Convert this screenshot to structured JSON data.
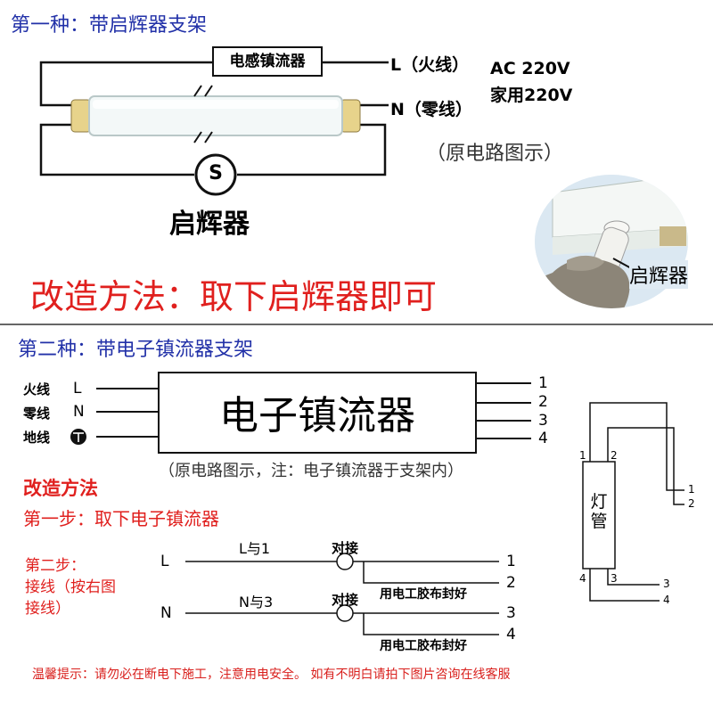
{
  "section1": {
    "title": "第一种：带启辉器支架",
    "ballast_label": "电感镇流器",
    "live_label": "L（火线）",
    "neutral_label": "N（零线）",
    "ac_label": "AC  220V",
    "home_label": "家用220V",
    "caption": "（原电路图示）",
    "starter_symbol": "S",
    "starter_label": "启辉器",
    "photo_label": "启辉器",
    "method": "改造方法：取下启辉器即可"
  },
  "section2": {
    "title": "第二种：带电子镇流器支架",
    "inputs": [
      {
        "name": "火线",
        "code": "L"
      },
      {
        "name": "零线",
        "code": "N"
      },
      {
        "name": "地线",
        "code": ""
      }
    ],
    "ballast_label": "电子镇流器",
    "outputs": [
      "1",
      "2",
      "3",
      "4"
    ],
    "caption": "（原电路图示，注：电子镇流器于支架内）",
    "method_title": "改造方法",
    "step1": "第一步：取下电子镇流器",
    "step2_lines": [
      "第二步：",
      "接线（按右图",
      "接线）"
    ],
    "wiring": {
      "L": "L",
      "N": "N",
      "L_pair": "L与1",
      "N_pair": "N与3",
      "join": "对接",
      "tape": "用电工胶布封好",
      "terms": [
        "1",
        "2",
        "3",
        "4"
      ]
    },
    "tube": {
      "label": "灯管",
      "left_top": "1",
      "right_top": "2",
      "left_bottom": "4",
      "right_bottom": "3",
      "out_top": [
        "1",
        "2"
      ],
      "out_bottom": [
        "3",
        "4"
      ]
    }
  },
  "footer": "温馨提示：请勿必在断电下施工，注意用电安全。 如有不明白请拍下图片咨询在线客服"
}
